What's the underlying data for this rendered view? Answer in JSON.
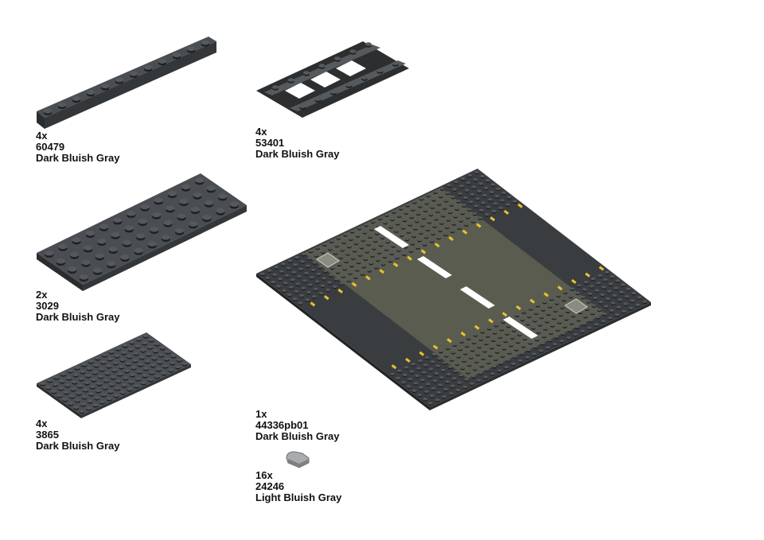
{
  "parts": [
    {
      "qty": "4x",
      "id": "60479",
      "color": "Dark Bluish Gray",
      "icon": "plate-1x12-icon"
    },
    {
      "qty": "4x",
      "id": "53401",
      "color": "Dark Bluish Gray",
      "icon": "train-track-icon"
    },
    {
      "qty": "2x",
      "id": "3029",
      "color": "Dark Bluish Gray",
      "icon": "plate-4x12-icon"
    },
    {
      "qty": "4x",
      "id": "3865",
      "color": "Dark Bluish Gray",
      "icon": "baseplate-8x16-icon"
    },
    {
      "qty": "1x",
      "id": "44336pb01",
      "color": "Dark Bluish Gray",
      "icon": "road-baseplate-icon"
    },
    {
      "qty": "16x",
      "id": "24246",
      "color": "Light Bluish Gray",
      "icon": "round-tile-1x1-icon"
    }
  ],
  "colors": {
    "dark_bluish_gray": "#3d4043",
    "light_bluish_gray": "#a9acae",
    "road": "#5a5c50",
    "road_stripe_yellow": "#e8c22a",
    "road_stripe_white": "#ffffff"
  }
}
